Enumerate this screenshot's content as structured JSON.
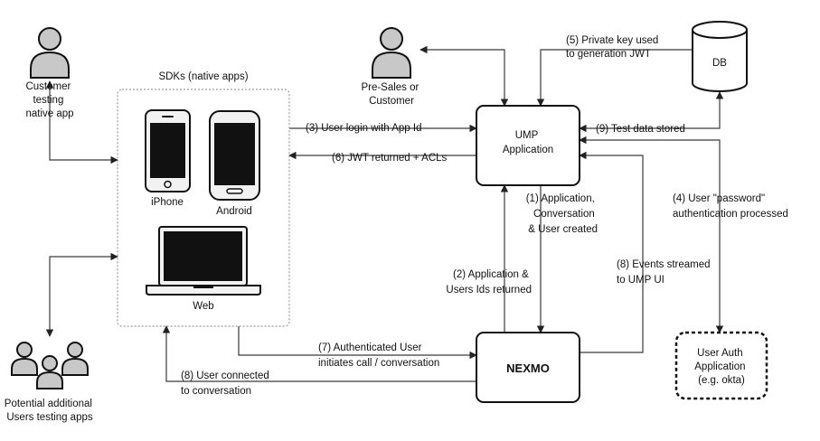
{
  "nodes": {
    "customer": [
      "Customer",
      "testing",
      "native app"
    ],
    "sdks_title": "SDKs (native apps)",
    "iphone": "iPhone",
    "android": "Android",
    "web": "Web",
    "potential": [
      "Potential additional",
      "Users testing apps"
    ],
    "presales": [
      "Pre-Sales or",
      "Customer"
    ],
    "ump": [
      "UMP",
      "Application"
    ],
    "nexmo": "NEXMO",
    "db": "DB",
    "userauth": [
      "User Auth",
      "Application",
      "(e.g. okta)"
    ]
  },
  "edges": {
    "e3": "(3) User login with App Id",
    "e6": "(6) JWT returned + ACLs",
    "e5": [
      "(5) Private key used",
      "to generation JWT"
    ],
    "e9": "(9) Test data stored",
    "e1": [
      "(1) Application,",
      "Conversation",
      "& User created"
    ],
    "e2": [
      "(2) Application &",
      "Users Ids returned"
    ],
    "e4": [
      "(4) User \"password\"",
      "authentication processed"
    ],
    "e8a": [
      "(8) Events streamed",
      "to UMP UI"
    ],
    "e7": [
      "(7) Authenticated User",
      "initiates call / conversation"
    ],
    "e8b": [
      "(8) User connected",
      "to conversation"
    ]
  },
  "icons": {
    "person": "person-icon",
    "people": "people-group-icon",
    "iphone": "iphone-icon",
    "android": "android-phone-icon",
    "laptop": "laptop-icon",
    "db": "database-cylinder-icon"
  }
}
